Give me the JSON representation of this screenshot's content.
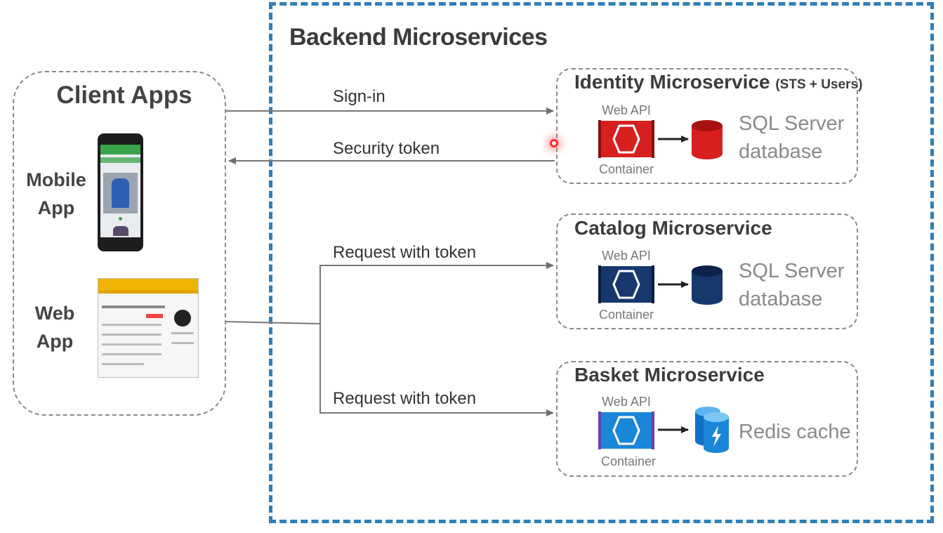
{
  "backend": {
    "title": "Backend Microservices"
  },
  "client": {
    "title": "Client Apps",
    "mobile_label_1": "Mobile",
    "mobile_label_2": "App",
    "web_label_1": "Web",
    "web_label_2": "App"
  },
  "flows": {
    "sign_in": "Sign-in",
    "security_token": "Security token",
    "request_catalog": "Request with token",
    "request_basket": "Request with token"
  },
  "services": [
    {
      "title": "Identity Microservice",
      "title_suffix": "(STS + Users)",
      "webapi": "Web API",
      "container": "Container",
      "store_line1": "SQL Server",
      "store_line2": "database",
      "color": "#d71f1f"
    },
    {
      "title": "Catalog Microservice",
      "title_suffix": "",
      "webapi": "Web API",
      "container": "Container",
      "store_line1": "SQL Server",
      "store_line2": "database",
      "color": "#17386d"
    },
    {
      "title": "Basket Microservice",
      "title_suffix": "",
      "webapi": "Web API",
      "container": "Container",
      "store_line1": "Redis cache",
      "store_line2": "",
      "color": "#1a86d8"
    }
  ],
  "colors": {
    "backend_border": "#2f7fb8",
    "web_app_header": "#f0b400"
  }
}
